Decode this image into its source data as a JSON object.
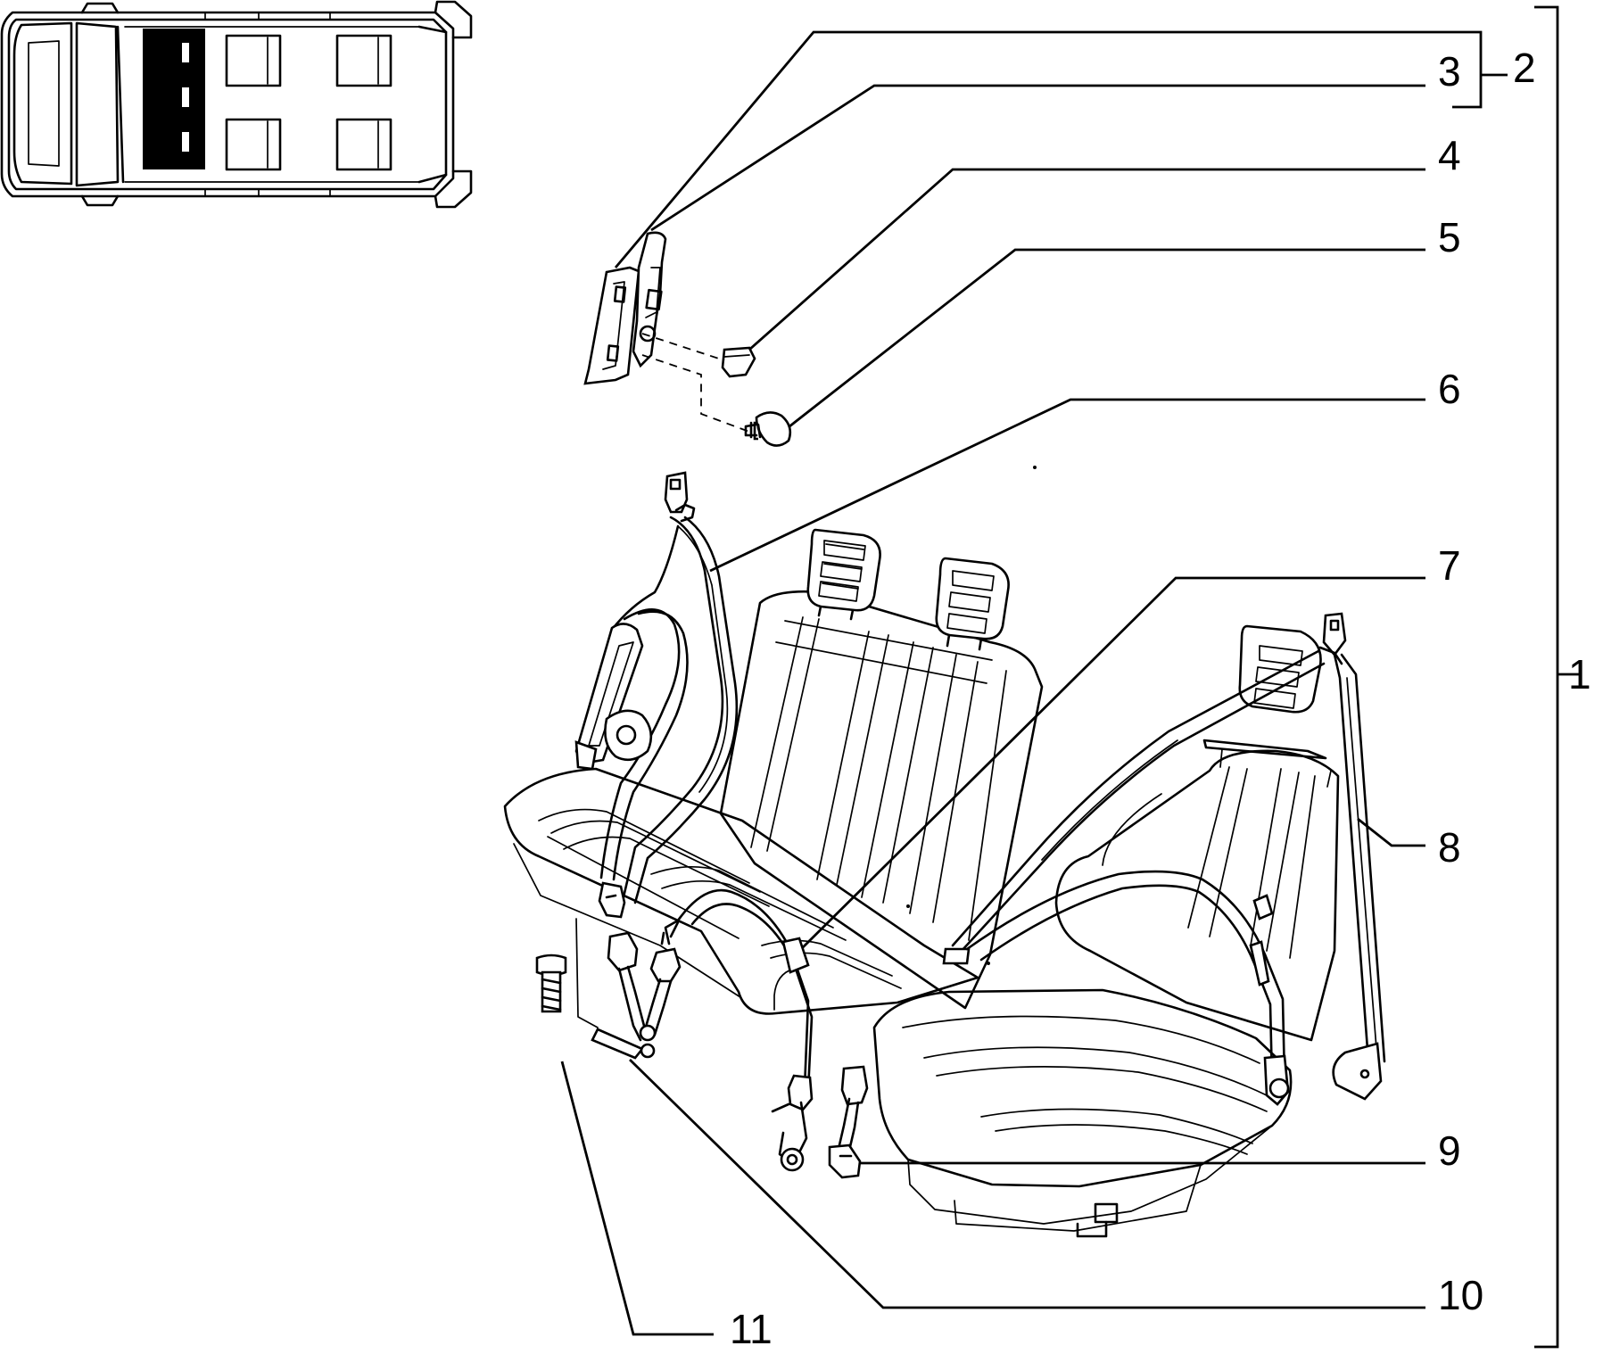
{
  "diagram": {
    "callouts": {
      "c1": "1",
      "c2": "2",
      "c3": "3",
      "c4": "4",
      "c5": "5",
      "c6": "6",
      "c7": "7",
      "c8": "8",
      "c9": "9",
      "c10": "10",
      "c11": "11"
    },
    "location_view": "van-top-view-rear-seats-highlighted"
  }
}
